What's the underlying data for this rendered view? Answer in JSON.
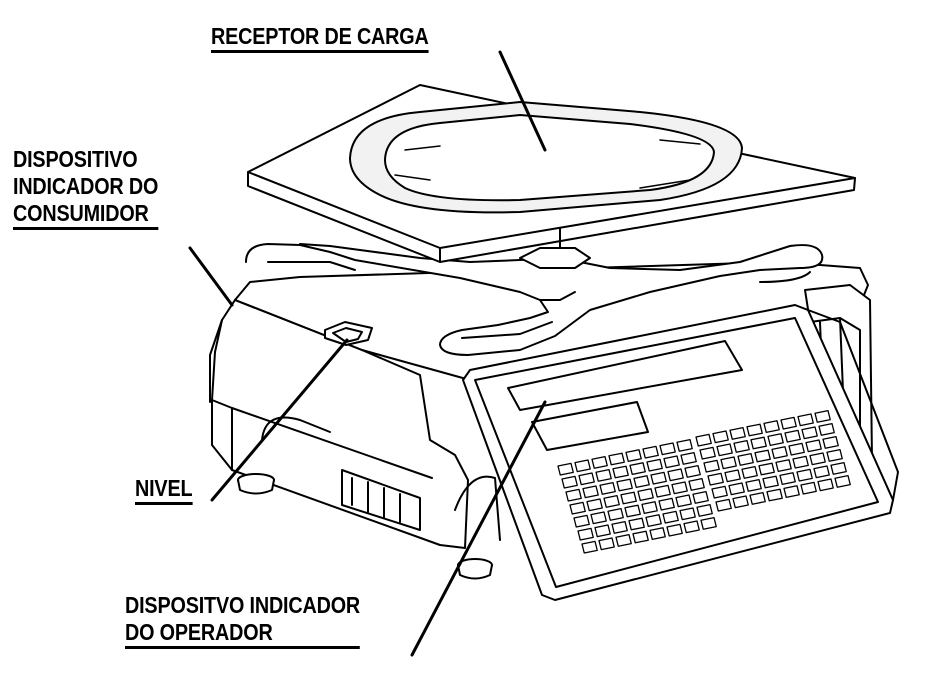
{
  "labels": {
    "receptor_de_carga": "RECEPTOR DE CARGA",
    "dispositivo_consumidor": {
      "line1": "DISPOSITIVO",
      "line2": "INDICADOR DO",
      "line3": "CONSUMIDOR"
    },
    "nivel": "NIVEL",
    "dispositivo_operador": {
      "line1": "DISPOSITVO INDICADOR",
      "line2": "DO OPERADOR"
    }
  },
  "colors": {
    "line": "#000000",
    "fill": "#ffffff",
    "shade": "#f2f2f2"
  }
}
